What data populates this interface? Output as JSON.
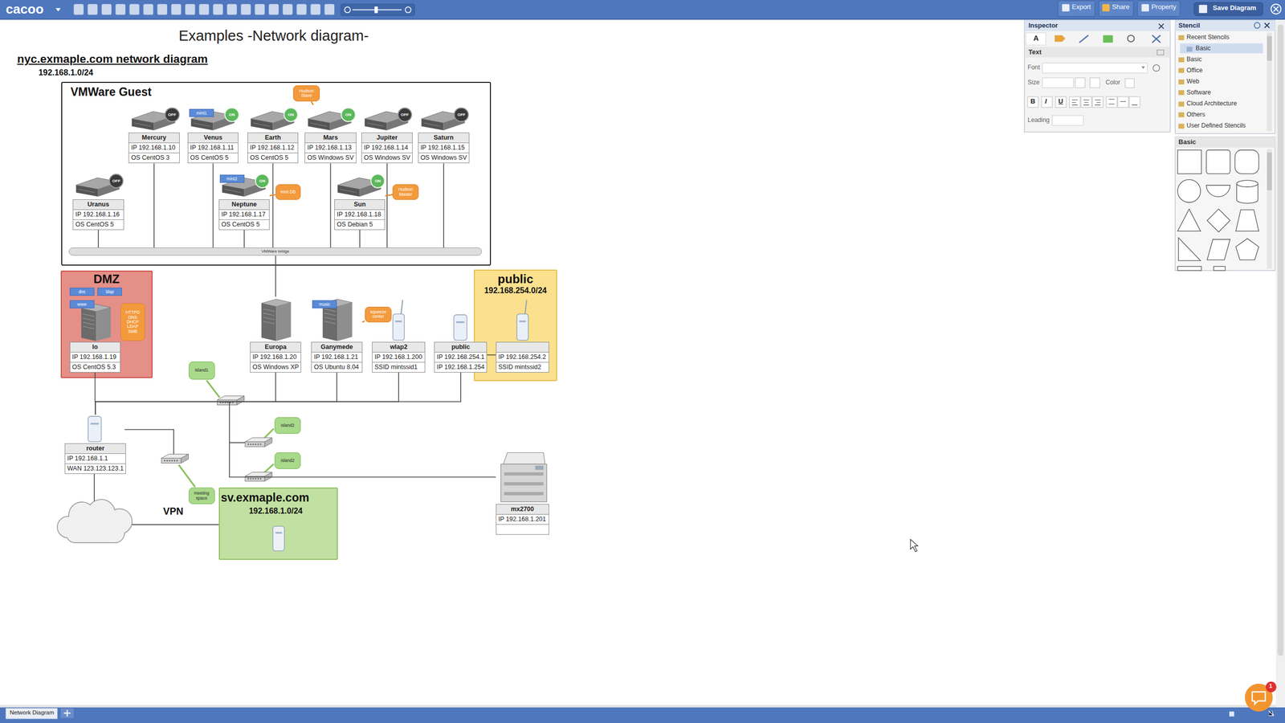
{
  "diagram": {
    "title": "Examples -Network diagram-",
    "nodes": [
      {
        "text": [
          "VMWare Guest"
        ]
      },
      {
        "text": [
          "Hudson Slave"
        ],
        "in": 0
      },
      {
        "text": [
          "Mercury",
          "IP 192.168.1.10",
          "OS CentOS 3"
        ],
        "in": 0
      },
      {
        "text": [
          "OFF"
        ],
        "in": 2
      },
      {
        "text": [
          "Venus",
          "IP 192.168.1.11",
          "OS CentOS 5"
        ],
        "in": 0
      },
      {
        "text": [
          "mint1"
        ],
        "in": 4
      },
      {
        "text": [
          "ON"
        ],
        "in": 4
      },
      {
        "text": [
          "Earth",
          "IP 192.168.1.12",
          "OS CentOS 5"
        ],
        "in": 0
      },
      {
        "text": [
          "ON"
        ],
        "in": 7
      },
      {
        "text": [
          "Mars",
          "IP 192.168.1.13",
          "OS Windows SV"
        ],
        "in": 0
      },
      {
        "text": [
          "ON"
        ],
        "in": 9
      },
      {
        "text": [
          "Jupiter",
          "IP 192.168.1.14",
          "OS Windows SV"
        ],
        "in": 0
      },
      {
        "text": [
          "OFF"
        ],
        "in": 11
      },
      {
        "text": [
          "Saturn",
          "IP 192.168.1.15",
          "OS Windows SV"
        ],
        "in": 0
      },
      {
        "text": [
          "OFF"
        ],
        "in": 13
      },
      {
        "text": [
          "Uranus",
          "IP 192.168.1.16",
          "OS CentOS 5"
        ],
        "in": 0
      },
      {
        "text": [
          "OFF"
        ],
        "in": 15
      },
      {
        "text": [
          "Neptune",
          "IP 192.168.1.17",
          "OS CentOS 5"
        ],
        "in": 0
      },
      {
        "text": [
          "mint2"
        ],
        "in": 17
      },
      {
        "text": [
          "ON"
        ],
        "in": 17
      },
      {
        "text": [
          "mint DB"
        ],
        "in": 0
      },
      {
        "text": [
          "Sun",
          "IP 192.168.1.18",
          "OS Debian 5"
        ],
        "in": 0
      },
      {
        "text": [
          "ON"
        ],
        "in": 21
      },
      {
        "text": [
          "Hudson Master"
        ],
        "in": 0
      },
      {
        "text": [
          "VMWare bridge"
        ],
        "in": 0
      },
      {
        "text": [
          "DMZ"
        ]
      },
      {
        "text": [
          "dns"
        ],
        "in": 25
      },
      {
        "text": [
          "ldap"
        ],
        "in": 25
      },
      {
        "text": [
          "www"
        ],
        "in": 25
      },
      {
        "text": [
          "HTTPD DNS DHCP LDAP SMB"
        ],
        "in": 25
      },
      {
        "text": [
          "lo",
          "IP 192.168.1.19",
          "OS CentOS 5.3"
        ],
        "in": 25
      },
      {
        "text": [
          "Europa",
          "IP 192.168.1.20",
          "OS Windows XP"
        ]
      },
      {
        "text": [
          "Ganymede",
          "IP 192.168.1.21",
          "OS Ubuntu 8.04"
        ]
      },
      {
        "text": [
          "music"
        ],
        "in": 32
      },
      {
        "text": [
          "squeeze center"
        ]
      },
      {
        "text": [
          "wlap2",
          "IP 192.168.1.200",
          "SSID mintssid1"
        ]
      },
      {
        "text": [
          "public",
          "IP 192.168.254.1",
          "IP 192.168.1.254"
        ]
      },
      {
        "text": [
          "public",
          "192.168.254.0/24"
        ]
      },
      {
        "text": [
          "IP 192.168.254.2",
          "SSID mintssid2"
        ],
        "in": 37
      },
      {
        "text": [
          "island1"
        ]
      },
      {
        "text": [
          "island2"
        ]
      },
      {
        "text": [
          "router",
          "IP 192.168.1.1",
          "WAN 123.123.123.1"
        ]
      },
      {
        "text": [
          "island2"
        ]
      },
      {
        "text": [
          "meeting space"
        ]
      },
      {
        "text": [
          "sv.exmaple.com",
          "192.168.1.0/24"
        ]
      },
      {
        "text": [
          "mx2700",
          "IP 192.168.1.201"
        ]
      }
    ],
    "edges": [
      {
        "from": 2,
        "to": 24,
        "arrow": "none"
      },
      {
        "from": 4,
        "to": 24,
        "arrow": "none"
      },
      {
        "from": 7,
        "to": 24,
        "arrow": "none"
      },
      {
        "from": 9,
        "to": 24,
        "arrow": "none"
      },
      {
        "from": 11,
        "to": 24,
        "arrow": "none"
      },
      {
        "from": 13,
        "to": 24,
        "arrow": "none"
      },
      {
        "from": 15,
        "to": 24,
        "arrow": "none"
      },
      {
        "from": 17,
        "to": 24,
        "arrow": "none"
      },
      {
        "from": 21,
        "to": 24,
        "arrow": "none"
      },
      {
        "from": 1,
        "to": 9,
        "arrow": "none"
      },
      {
        "from": 20,
        "to": 17,
        "arrow": "none"
      },
      {
        "from": 23,
        "to": 21,
        "arrow": "none"
      },
      {
        "from": 34,
        "to": 32,
        "arrow": "none"
      },
      {
        "from": 24,
        "to": 31,
        "arrow": "none"
      },
      {
        "from": 41,
        "to": 30,
        "arrow": "none"
      },
      {
        "from": 41,
        "to": 31,
        "arrow": "none"
      },
      {
        "from": 41,
        "to": 32,
        "arrow": "none"
      },
      {
        "from": 41,
        "to": 35,
        "arrow": "none"
      },
      {
        "from": 41,
        "to": 36,
        "arrow": "none"
      },
      {
        "from": 41,
        "to": 45,
        "arrow": "none"
      },
      {
        "from": 36,
        "to": 38,
        "arrow": "none"
      }
    ],
    "labels": [
      "cacoo",
      "Export",
      "Share",
      "Property",
      "Save Diagram",
      "Inspector",
      "A",
      "Text",
      "Font",
      "Size",
      "Color",
      "Leading",
      "B",
      "I",
      "U",
      "Stencil",
      "Recent Stencils",
      "Basic",
      "Basic",
      "Office",
      "Web",
      "Software",
      "Cloud Architecture",
      "Others",
      "User Defined Stencils",
      "Basic",
      "Network Diagram",
      "1",
      "VPN",
      "nyc.exmaple.com network diagram",
      "192.168.1.0/24"
    ]
  }
}
